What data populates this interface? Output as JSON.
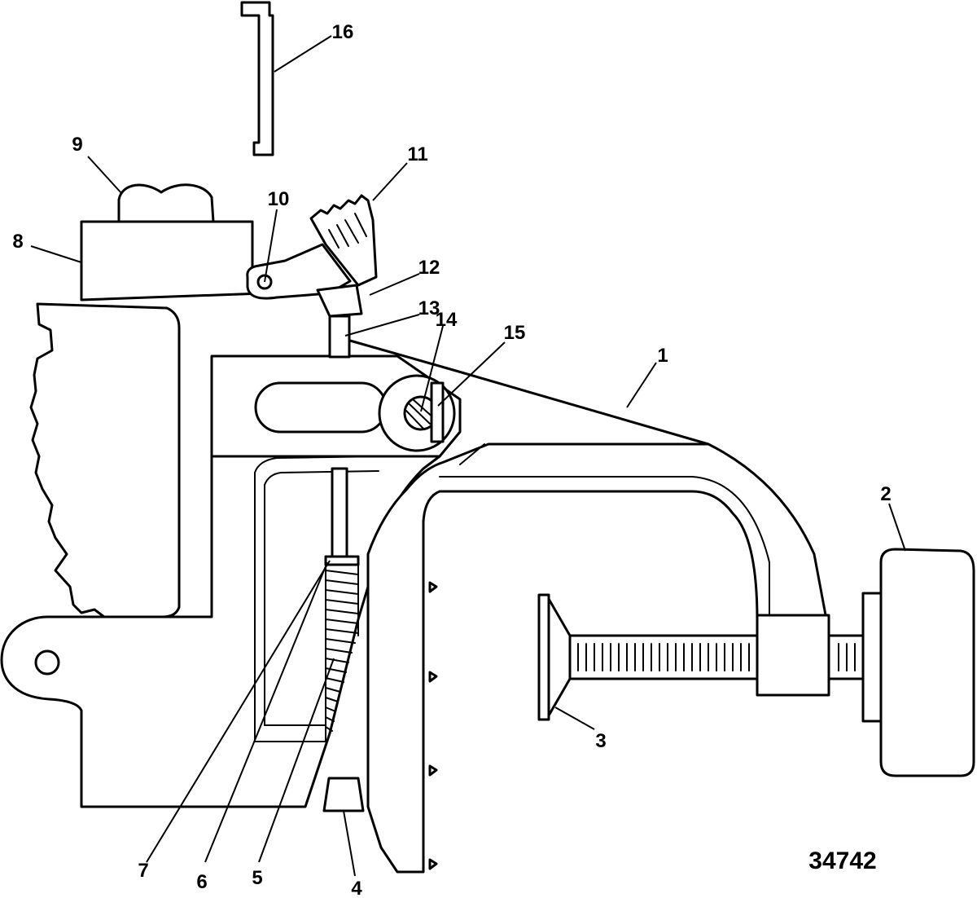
{
  "figure_number": "34742",
  "callouts": {
    "c1": "1",
    "c2": "2",
    "c3": "3",
    "c4": "4",
    "c5": "5",
    "c6": "6",
    "c7": "7",
    "c8": "8",
    "c9": "9",
    "c10": "10",
    "c11": "11",
    "c12": "12",
    "c13": "13",
    "c14": "14",
    "c15": "15",
    "c16": "16"
  }
}
